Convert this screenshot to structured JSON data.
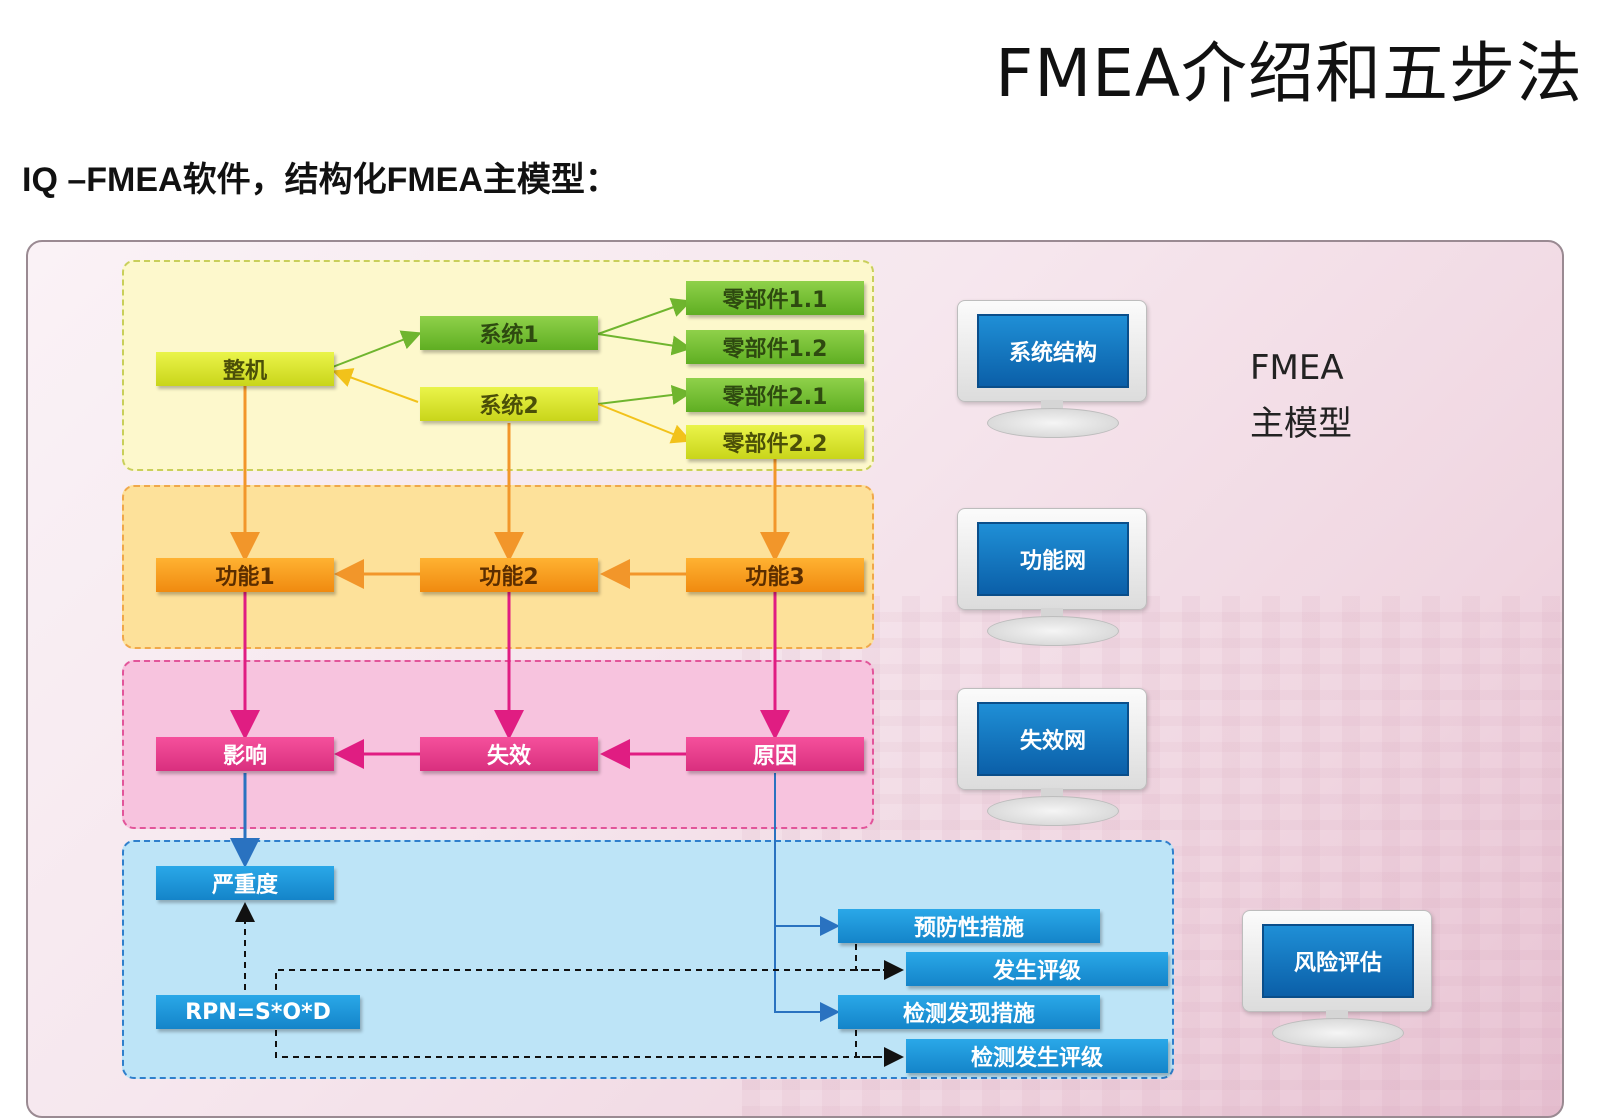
{
  "title": "FMEA介绍和五步法",
  "subtitle": "IQ –FMEA软件，结构化FMEA主模型：",
  "diagram": {
    "side_label_line1": "FMEA",
    "side_label_line2": "主模型",
    "structure": {
      "root": "整机",
      "system1": "系统1",
      "system2": "系统2",
      "part11": "零部件1.1",
      "part12": "零部件1.2",
      "part21": "零部件2.1",
      "part22": "零部件2.2"
    },
    "function": {
      "f1": "功能1",
      "f2": "功能2",
      "f3": "功能3"
    },
    "failure": {
      "effect": "影响",
      "failure": "失效",
      "cause": "原因"
    },
    "risk": {
      "severity": "严重度",
      "rpn": "RPN=S*O*D",
      "prevention": "预防性措施",
      "occurrence": "发生评级",
      "detection": "检测发现措施",
      "detection_rating": "检测发生评级"
    },
    "monitors": {
      "structure": "系统结构",
      "function": "功能网",
      "failure": "失效网",
      "risk": "风险评估"
    }
  }
}
